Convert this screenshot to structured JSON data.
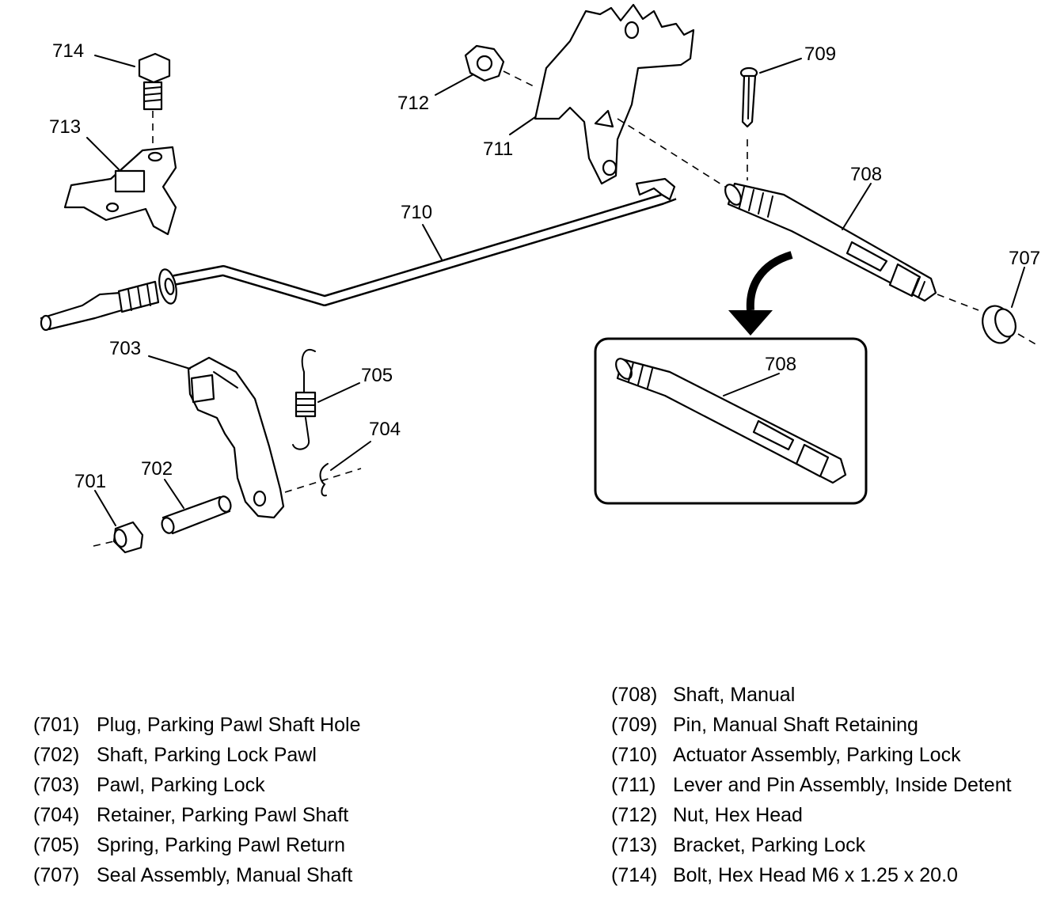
{
  "callouts": {
    "c701": "701",
    "c702": "702",
    "c703": "703",
    "c704": "704",
    "c705": "705",
    "c707": "707",
    "c708": "708",
    "c708_inset": "708",
    "c709": "709",
    "c710": "710",
    "c711": "711",
    "c712": "712",
    "c713": "713",
    "c714": "714"
  },
  "legend_left": [
    {
      "num": "(701)",
      "desc": "Plug, Parking Pawl Shaft Hole"
    },
    {
      "num": "(702)",
      "desc": "Shaft, Parking Lock Pawl"
    },
    {
      "num": "(703)",
      "desc": "Pawl, Parking Lock"
    },
    {
      "num": "(704)",
      "desc": "Retainer, Parking Pawl Shaft"
    },
    {
      "num": "(705)",
      "desc": "Spring, Parking Pawl Return"
    },
    {
      "num": "(707)",
      "desc": "Seal Assembly, Manual Shaft"
    }
  ],
  "legend_right": [
    {
      "num": "(708)",
      "desc": "Shaft, Manual"
    },
    {
      "num": "(709)",
      "desc": "Pin, Manual Shaft Retaining"
    },
    {
      "num": "(710)",
      "desc": "Actuator Assembly, Parking Lock"
    },
    {
      "num": "(711)",
      "desc": "Lever and Pin Assembly, Inside Detent"
    },
    {
      "num": "(712)",
      "desc": "Nut, Hex Head"
    },
    {
      "num": "(713)",
      "desc": "Bracket, Parking Lock"
    },
    {
      "num": "(714)",
      "desc": "Bolt, Hex Head M6 x 1.25 x 20.0"
    }
  ]
}
